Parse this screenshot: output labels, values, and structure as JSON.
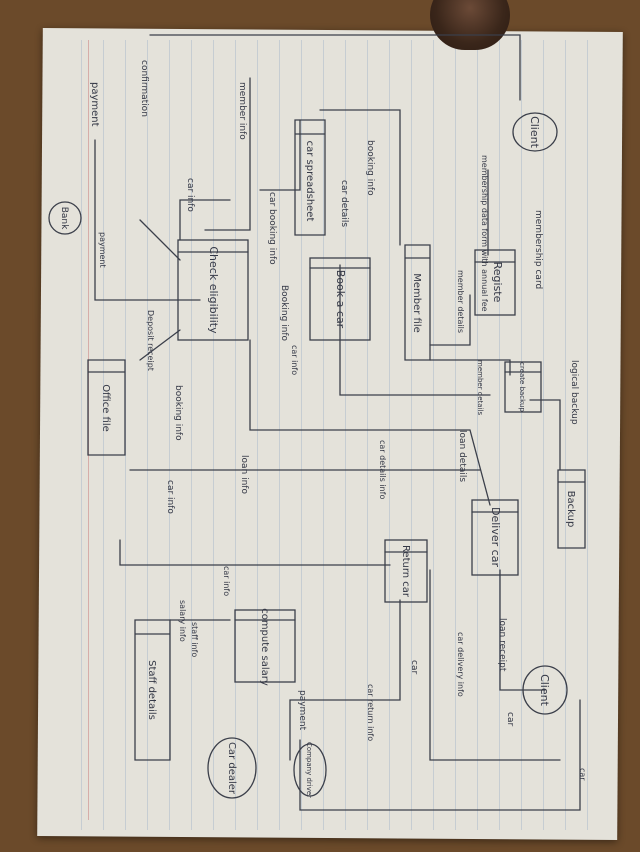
{
  "diagram": {
    "processes": [
      {
        "id": "register",
        "label": "Registe"
      },
      {
        "id": "book_car",
        "label": "Book a car"
      },
      {
        "id": "check_eligibility",
        "label": "Check eligibility"
      },
      {
        "id": "create_backup",
        "label": "create backup"
      },
      {
        "id": "deliver_car",
        "label": "Deliver car"
      },
      {
        "id": "return_car",
        "label": "Return car"
      },
      {
        "id": "compute_salary",
        "label": "compute salary"
      }
    ],
    "data_stores": [
      {
        "id": "member_file",
        "label": "Member file"
      },
      {
        "id": "car_spreadsheet",
        "label": "car spreadsheet"
      },
      {
        "id": "backup",
        "label": "Backup"
      },
      {
        "id": "office_file",
        "label": "Office file"
      },
      {
        "id": "staff_details",
        "label": "Staff details"
      }
    ],
    "entities": [
      {
        "id": "client_top",
        "label": "Client"
      },
      {
        "id": "client_bottom",
        "label": "Client"
      },
      {
        "id": "bank",
        "label": "Bank"
      },
      {
        "id": "car_dealer",
        "label": "Car dealer"
      },
      {
        "id": "company_driver",
        "label": "Company driver"
      }
    ],
    "flow_labels": [
      {
        "id": "membership_data",
        "text": "membership data form with annual fee"
      },
      {
        "id": "membership_card",
        "text": "membership card"
      },
      {
        "id": "member_details_1",
        "text": "member details"
      },
      {
        "id": "member_details_2",
        "text": "member details"
      },
      {
        "id": "logical_backup",
        "text": "logical backup"
      },
      {
        "id": "booking_info_top",
        "text": "booking info"
      },
      {
        "id": "car_details",
        "text": "car details"
      },
      {
        "id": "car_info_1",
        "text": "car info"
      },
      {
        "id": "car_booking_info",
        "text": "car booking info"
      },
      {
        "id": "booking_info_mid",
        "text": "Booking info"
      },
      {
        "id": "member_info",
        "text": "member info"
      },
      {
        "id": "confirmation",
        "text": "confirmation"
      },
      {
        "id": "payment_left",
        "text": "payment"
      },
      {
        "id": "payment_bank",
        "text": "payment"
      },
      {
        "id": "deposit_receipt",
        "text": "Deposit receipt"
      },
      {
        "id": "booking_info_low",
        "text": "booking info"
      },
      {
        "id": "car_info_2",
        "text": "car info"
      },
      {
        "id": "car_details_2",
        "text": "car details info"
      },
      {
        "id": "loan_info",
        "text": "loan info"
      },
      {
        "id": "loan_details",
        "text": "loan details"
      },
      {
        "id": "car_info_3",
        "text": "car info"
      },
      {
        "id": "loan_receipt",
        "text": "loan receipt"
      },
      {
        "id": "car_delivery_info",
        "text": "car delivery info"
      },
      {
        "id": "car_label",
        "text": "car"
      },
      {
        "id": "car_label_2",
        "text": "car"
      },
      {
        "id": "car_return_info",
        "text": "car return info"
      },
      {
        "id": "staff_info",
        "text": "staff info"
      },
      {
        "id": "salary_info",
        "text": "salary info"
      },
      {
        "id": "payment_salary",
        "text": "payment"
      },
      {
        "id": "car_info_4",
        "text": "car info"
      },
      {
        "id": "car_label_3",
        "text": "car"
      }
    ]
  },
  "colors": {
    "table": "#6b4a2a",
    "paper": "#e4e2da",
    "ink": "#3b3f4a",
    "rule_line": "#7896be"
  }
}
